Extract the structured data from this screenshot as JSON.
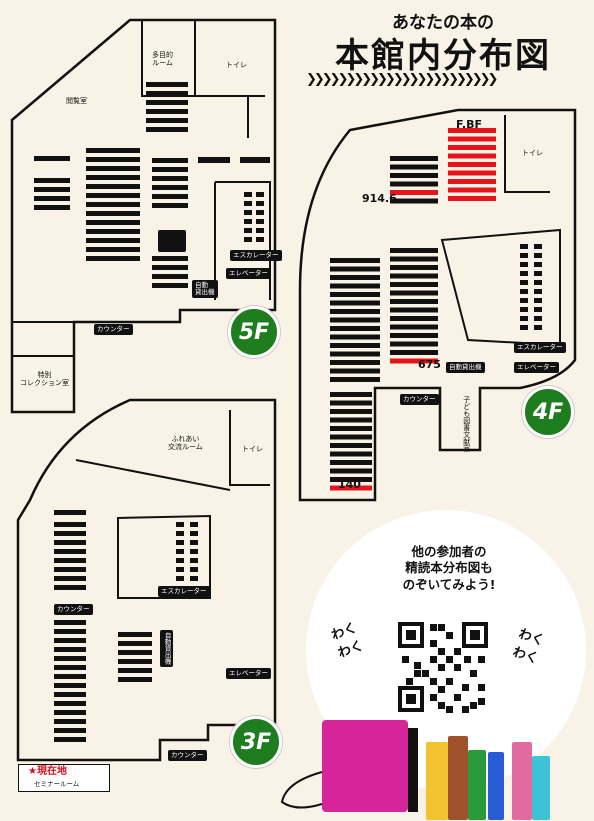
{
  "header": {
    "title_top": "あなたの本の",
    "title_main": "本館内分布図",
    "chevrons": "❯❯❯❯❯❯❯❯❯❯❯❯❯❯❯❯❯❯❯❯❯❯❯❯"
  },
  "floors": {
    "f5": {
      "badge": "5F",
      "rooms": {
        "reading": "閲覧室",
        "multipurpose": "多目的\nルーム",
        "toilet": "トイレ",
        "special": "特別\nコレクション室"
      },
      "tags": {
        "escalator": "エスカレーター",
        "elevator": "エレベーター",
        "self_checkout": "自動\n貸出機",
        "counter": "カウンター"
      }
    },
    "f4": {
      "badge": "4F",
      "call_numbers": {
        "fbf": "F.BF",
        "n914": "914.6",
        "n675": "675",
        "n140": "140"
      },
      "rooms": {
        "toilet": "トイレ",
        "children": "子ども図書文献室"
      },
      "tags": {
        "escalator": "エスカレーター",
        "elevator": "エレベーター",
        "self_checkout": "自動貸出機",
        "counter": "カウンター"
      }
    },
    "f3": {
      "badge": "3F",
      "rooms": {
        "fureai": "ふれあい\n交流ルーム",
        "toilet": "トイレ",
        "seminar": "セミナールーム"
      },
      "tags": {
        "counter_left": "カウンター",
        "escalator": "エスカレーター",
        "elevator": "エレベーター",
        "self_checkout": "自動貸出機",
        "counter_bottom": "カウンター"
      },
      "current_location": "★現在地"
    }
  },
  "promo": {
    "text": "他の参加者の\n精読本分布図も\nのぞいてみよう!",
    "waku_left": "わく\nわく",
    "waku_right": "わく\nわく"
  },
  "colors": {
    "background": "#f8f3e6",
    "shelf": "#111111",
    "highlight": "#e8141c",
    "badge": "#1e7d1e",
    "promo_circle": "#ffffff",
    "book_magenta": "#d6249a",
    "book_yellow": "#f2c230",
    "book_green": "#2a9a3a",
    "book_cyan": "#3cc3d6",
    "book_pink": "#e26aa0",
    "book_brown": "#a0522d"
  },
  "icons": {
    "qr": "qr-code-icon",
    "books": "books-illustration"
  }
}
